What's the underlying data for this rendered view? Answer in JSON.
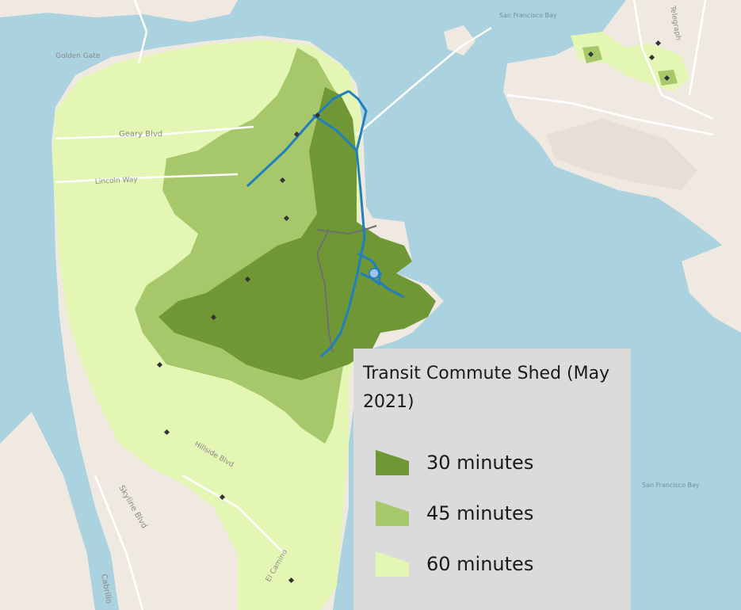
{
  "map": {
    "colors": {
      "water": "#aad3df",
      "land": "#efe9e1",
      "park": "#cfe3b5",
      "shed_60": "#e3f6b4",
      "shed_45": "#a7c86a",
      "shed_30": "#6f9736",
      "route": "#1f7fbf",
      "stop": "#333333",
      "road": "#ffffff"
    },
    "labels": {
      "golden_gate": "Golden Gate",
      "sf_bay_top": "San Francisco Bay",
      "sf_bay_right": "San Francisco Bay",
      "geary": "Geary Blvd",
      "lincoln": "Lincoln Way",
      "skyline": "Skyline Blvd",
      "cabrillo": "Cabrillo",
      "el_camino": "El Camino",
      "hillside": "Hillside Blvd",
      "telegraph": "Telegraph"
    },
    "icons": {
      "stops": "transit-stop-icon",
      "route": "transit-route-line"
    }
  },
  "legend": {
    "title": "Transit Commute Shed (May 2021)",
    "items": [
      {
        "label": "30 minutes",
        "color": "#6f9736"
      },
      {
        "label": "45 minutes",
        "color": "#a7c86a"
      },
      {
        "label": "60 minutes",
        "color": "#e3f6b4"
      }
    ]
  }
}
